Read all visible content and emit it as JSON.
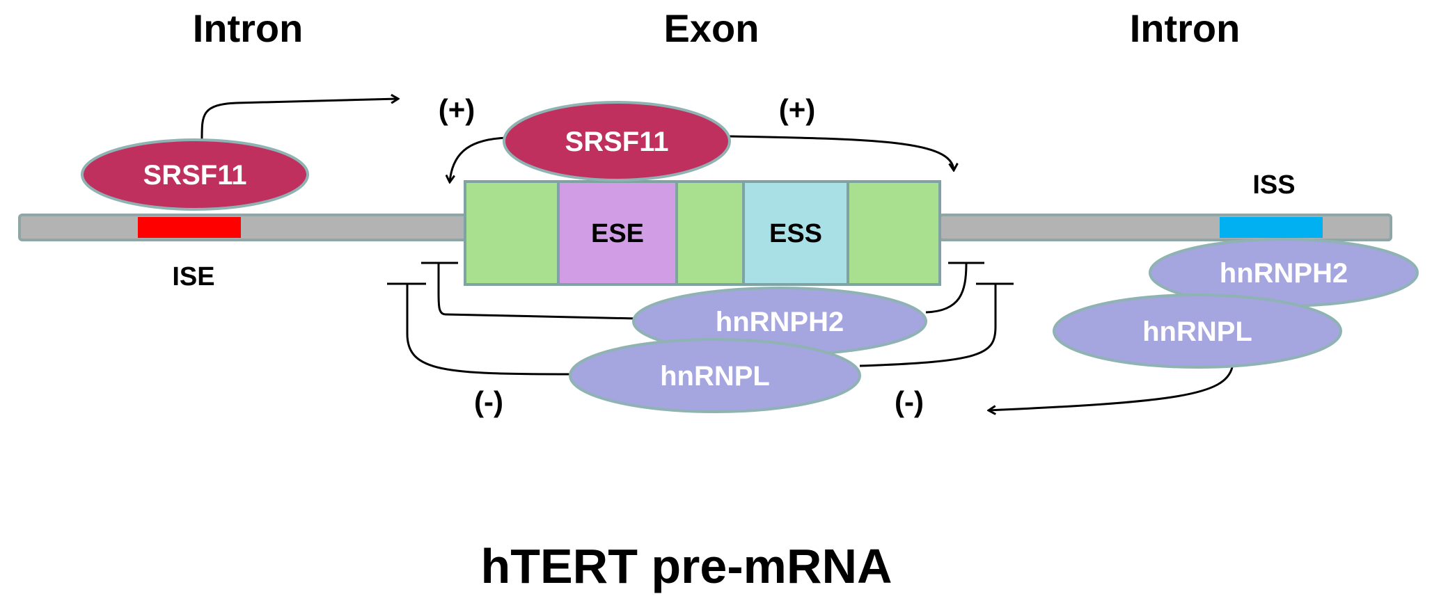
{
  "headings": {
    "left_intron": "Intron",
    "exon": "Exon",
    "right_intron": "Intron"
  },
  "title": "hTERT pre-mRNA",
  "elements": {
    "ise": "ISE",
    "iss": "ISS",
    "ese": "ESE",
    "ess": "ESS"
  },
  "proteins": {
    "srsf11_intron": "SRSF11",
    "srsf11_exon": "SRSF11",
    "hnrnph2_exon": "hnRNPH2",
    "hnrnpl_exon": "hnRNPL",
    "hnrnph2_intron": "hnRNPH2",
    "hnrnpl_intron": "hnRNPL"
  },
  "effects": {
    "plus_left": "(+)",
    "plus_right": "(+)",
    "minus_left": "(-)",
    "minus_right": "(-)"
  },
  "colors": {
    "intron_bar": "#b3b3b3",
    "intron_bar_border": "#8fa6a6",
    "exon_green": "#a9e08f",
    "ese_purple": "#d19ee6",
    "ess_cyan": "#a9e0e6",
    "exon_border": "#7fa3a3",
    "ise_red": "#ff0000",
    "iss_blue": "#00b0f0",
    "srsf11": "#c0305e",
    "hnrnp": "#a5a5e0",
    "ellipse_border": "#8fb3b3"
  }
}
